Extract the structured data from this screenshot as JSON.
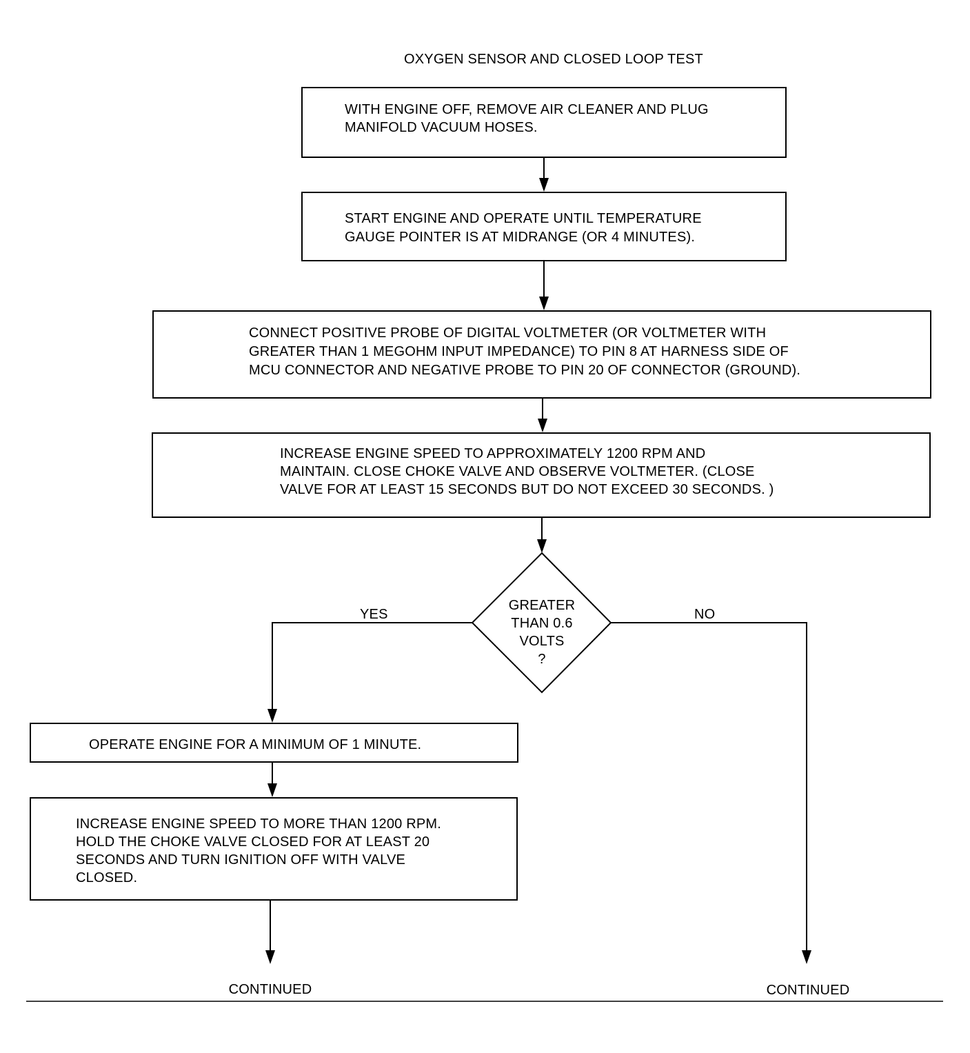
{
  "title": "OXYGEN SENSOR AND CLOSED LOOP TEST",
  "steps": [
    {
      "lines": [
        "WITH ENGINE OFF, REMOVE AIR CLEANER AND PLUG",
        "MANIFOLD VACUUM HOSES."
      ]
    },
    {
      "lines": [
        "START ENGINE AND OPERATE UNTIL TEMPERATURE",
        "GAUGE POINTER IS AT MIDRANGE (OR 4 MINUTES)."
      ]
    },
    {
      "lines": [
        "CONNECT POSITIVE PROBE OF DIGITAL VOLTMETER (OR VOLTMETER WITH",
        "GREATER THAN 1 MEGOHM INPUT IMPEDANCE) TO PIN 8 AT HARNESS SIDE OF",
        "MCU CONNECTOR AND NEGATIVE PROBE TO PIN 20 OF CONNECTOR (GROUND)."
      ]
    },
    {
      "lines": [
        "INCREASE ENGINE SPEED TO APPROXIMATELY 1200 RPM AND",
        "MAINTAIN. CLOSE CHOKE VALVE AND OBSERVE VOLTMETER. (CLOSE",
        "VALVE FOR AT LEAST 15 SECONDS BUT DO NOT EXCEED 30 SECONDS. )"
      ]
    }
  ],
  "decision": {
    "lines": [
      "GREATER",
      "THAN 0.6",
      "VOLTS",
      "?"
    ],
    "yes_label": "YES",
    "no_label": "NO"
  },
  "yes_steps": [
    {
      "lines": [
        "OPERATE ENGINE FOR A MINIMUM OF 1 MINUTE."
      ]
    },
    {
      "lines": [
        "INCREASE ENGINE SPEED TO MORE THAN 1200 RPM.",
        "HOLD THE CHOKE VALVE CLOSED FOR AT LEAST 20",
        "SECONDS AND TURN IGNITION OFF WITH VALVE",
        "CLOSED."
      ]
    }
  ],
  "continued_left": "CONTINUED",
  "continued_right": "CONTINUED"
}
